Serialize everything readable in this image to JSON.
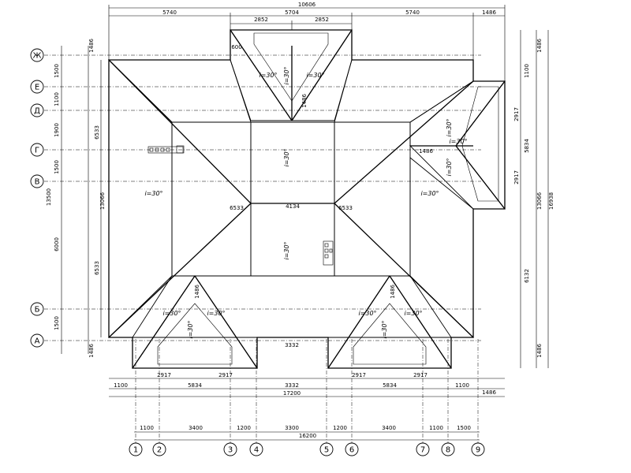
{
  "drawing": {
    "overall": {
      "top": "10606",
      "bottom_total": "17200",
      "bottom_axes_total": "16200",
      "right_total": "16938",
      "left_total": "13500"
    },
    "top_dims": [
      "5740",
      "5704",
      "5740",
      "1486",
      "2852",
      "2852"
    ],
    "left_dims": [
      "1486",
      "1500",
      "1100",
      "1900",
      "1500",
      "6000",
      "1500",
      "1486"
    ],
    "left_inner_dims": [
      "6533",
      "13066",
      "6533"
    ],
    "right_dims": [
      "1486",
      "1100",
      "2917",
      "5834",
      "2917",
      "13066",
      "6132",
      "1486"
    ],
    "bottom_dims_1": [
      "2917",
      "5834",
      "2917",
      "3332",
      "2917",
      "5834",
      "2917"
    ],
    "bottom_dims_2": [
      "1100",
      "3332",
      "1100",
      "1486"
    ],
    "bottom_axis_dims": [
      "1100",
      "3400",
      "1200",
      "3300",
      "1200",
      "3400",
      "1100",
      "1500"
    ],
    "inner_dims": [
      "600",
      "4134",
      "6533",
      "6533",
      "3332",
      "1486",
      "1486",
      "1486",
      "1486"
    ],
    "slope_label": "i=30°",
    "row_axes": [
      "Ж",
      "Е",
      "Д",
      "Г",
      "В",
      "Б",
      "А"
    ],
    "col_axes": [
      "1",
      "2",
      "3",
      "4",
      "5",
      "6",
      "7",
      "8",
      "9"
    ]
  }
}
